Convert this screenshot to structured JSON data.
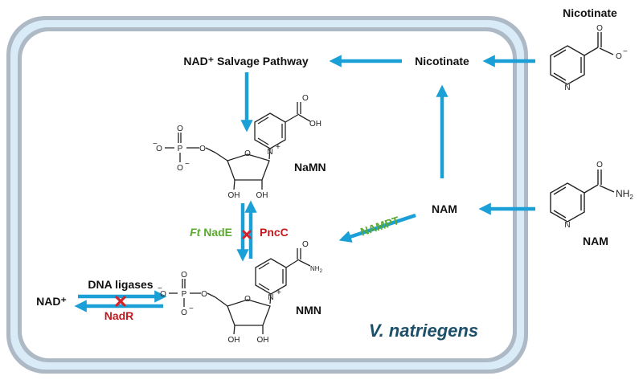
{
  "cell": {
    "organism": "V. natriegens"
  },
  "nodes": {
    "nicotinate_inside": "Nicotinate",
    "nicotinate_outside": "Nicotinate",
    "nad_salvage": "NAD⁺ Salvage Pathway",
    "naMN": "NaMN",
    "nam_inside": "NAM",
    "nam_outside": "NAM",
    "nmn": "NMN",
    "nad": "NAD⁺"
  },
  "enzymes": {
    "nampt": "NAMPT",
    "ft_prefix": "Ft",
    "nade": " NadE",
    "pncc": "PncC",
    "dna_ligases": "DNA ligases",
    "nadr": "NadR"
  },
  "atoms": {
    "oh": "OH",
    "o": "O",
    "o_minus": "O",
    "minus": "−",
    "n": "N",
    "n_plus": "N",
    "plus": "+",
    "p": "P",
    "nh2": "NH",
    "sub2": "2",
    "nh2_small": "NH",
    "sub2_small": "2"
  },
  "colors": {
    "arrow": "#1a9fd6",
    "membrane_outer": "#aeb9c6",
    "membrane_inner_fill": "#d9ebf7",
    "enzyme_active": "#5aaa2f",
    "enzyme_inactive": "#c0191f",
    "organism": "#1b4f6a",
    "cross": "#d2232a"
  }
}
